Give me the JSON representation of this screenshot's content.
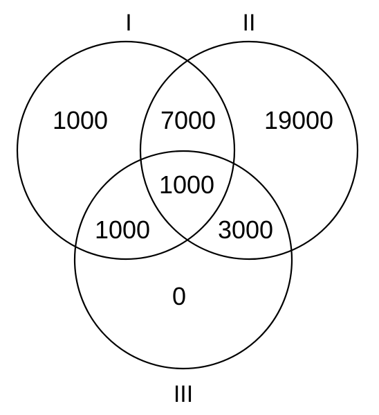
{
  "diagram": {
    "sets": [
      {
        "id": "I",
        "label": "I"
      },
      {
        "id": "II",
        "label": "II"
      },
      {
        "id": "III",
        "label": "III"
      }
    ],
    "regions": {
      "I_only": "1000",
      "I_II": "7000",
      "II_only": "19000",
      "I_II_III": "1000",
      "I_III": "1000",
      "II_III": "3000",
      "III_only": "0"
    },
    "line_color": "#000000",
    "background": "#ffffff"
  }
}
